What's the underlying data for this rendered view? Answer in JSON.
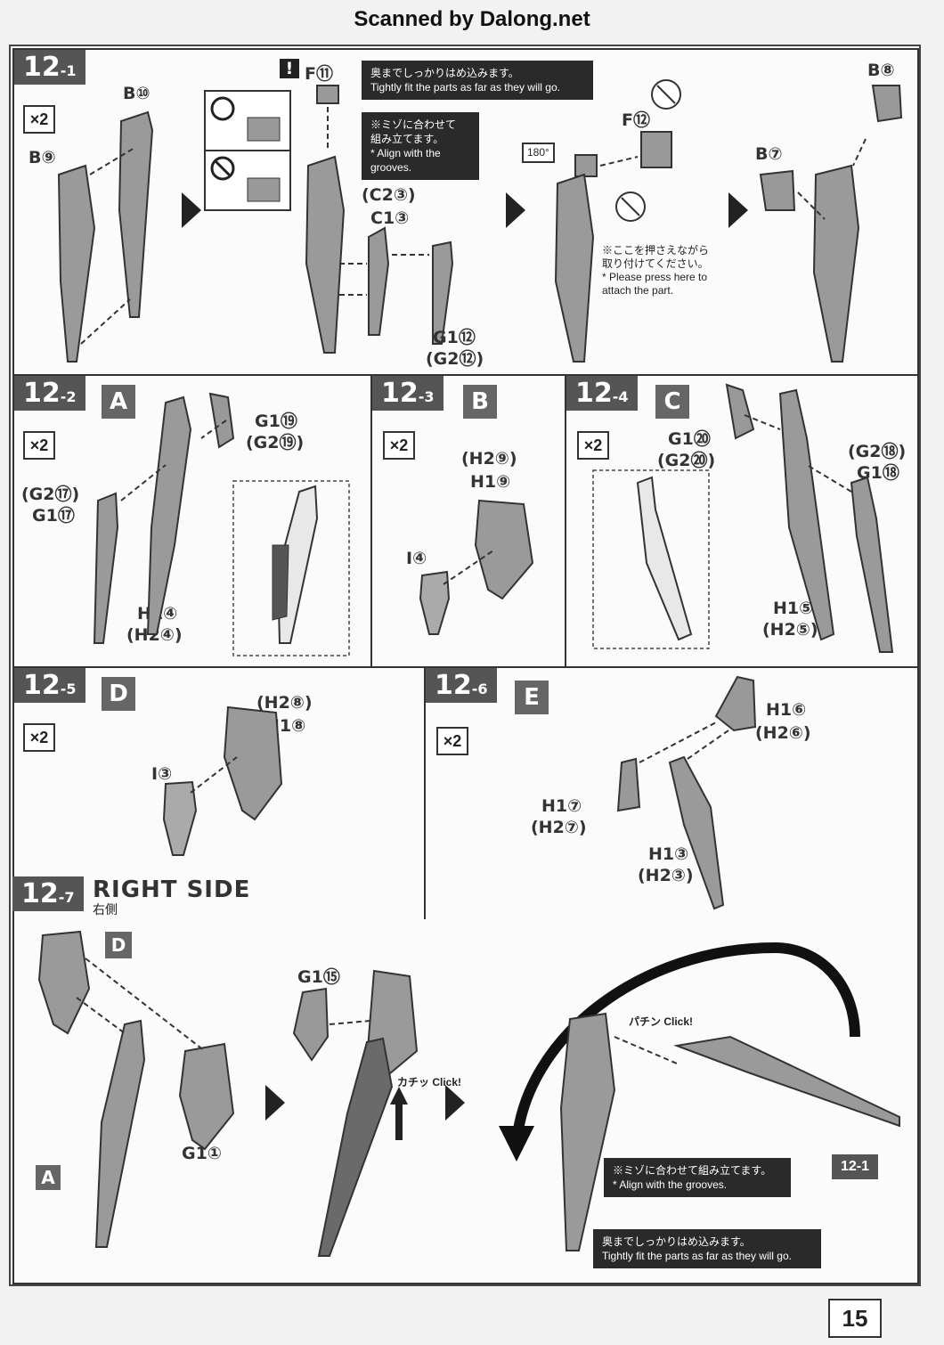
{
  "header": {
    "watermark": "Scanned by Dalong.net"
  },
  "page_number": "15",
  "steps": {
    "s1": {
      "label": "12",
      "sub": "-1",
      "qty": "×2",
      "parts": {
        "b10": "B⑩",
        "b9": "B⑨",
        "f11": "F⑪",
        "c2_3": "(C2③)",
        "c1_3": "C1③",
        "g1_12": "G1⑫",
        "g2_12": "(G2⑫)",
        "f12": "F⑫",
        "b8": "B⑧",
        "b7": "B⑦"
      },
      "note_tight_jp": "奥までしっかりはめ込みます。",
      "note_tight_en": "Tightly fit the parts as far as they will go.",
      "note_align_jp1": "※ミゾに合わせて",
      "note_align_jp2": "組み立てます。",
      "note_align_en1": "* Align with the",
      "note_align_en2": "grooves.",
      "note_press_jp1": "※ここを押さえながら",
      "note_press_jp2": "取り付けてください。",
      "note_press_en1": "* Please press here to",
      "note_press_en2": "attach the part.",
      "rotate": "180°"
    },
    "s2": {
      "label": "12",
      "sub": "-2",
      "letter": "A",
      "qty": "×2",
      "parts": {
        "g1_19": "G1⑲",
        "g2_19": "(G2⑲)",
        "g2_17": "(G2⑰)",
        "g1_17": "G1⑰",
        "h1_4": "H1④",
        "h2_4": "(H2④)"
      }
    },
    "s3": {
      "label": "12",
      "sub": "-3",
      "letter": "B",
      "qty": "×2",
      "parts": {
        "h2_9": "(H2⑨)",
        "h1_9": "H1⑨",
        "i4": "I④"
      }
    },
    "s4": {
      "label": "12",
      "sub": "-4",
      "letter": "C",
      "qty": "×2",
      "parts": {
        "g1_20": "G1⑳",
        "g2_20": "(G2⑳)",
        "g2_18": "(G2⑱)",
        "g1_18": "G1⑱",
        "h1_5": "H1⑤",
        "h2_5": "(H2⑤)"
      }
    },
    "s5": {
      "label": "12",
      "sub": "-5",
      "letter": "D",
      "qty": "×2",
      "parts": {
        "h2_8": "(H2⑧)",
        "h1_8": "H1⑧",
        "i3": "I③"
      }
    },
    "s6": {
      "label": "12",
      "sub": "-6",
      "letter": "E",
      "qty": "×2",
      "parts": {
        "h1_6": "H1⑥",
        "h2_6": "(H2⑥)",
        "h1_7": "H1⑦",
        "h2_7": "(H2⑦)",
        "h1_3": "H1③",
        "h2_3": "(H2③)"
      }
    },
    "s7": {
      "label": "12",
      "sub": "-7",
      "title": "RIGHT SIDE",
      "title_jp": "右側",
      "parts": {
        "d": "D",
        "a": "A",
        "g1_1": "G1①",
        "g1_15": "G1⑮",
        "ref": "12-1"
      },
      "click1": "カチッ Click!",
      "click2": "パチン Click!",
      "note_align_jp": "※ミゾに合わせて組み立てます。",
      "note_align_en": "* Align with the grooves.",
      "note_tight_jp": "奥までしっかりはめ込みます。",
      "note_tight_en": "Tightly fit the parts as far as they will go."
    }
  },
  "colors": {
    "panel_border": "#333333",
    "tag_bg": "#555555",
    "note_bg": "#2a2a2a",
    "part_fill": "#8a8a8a"
  }
}
